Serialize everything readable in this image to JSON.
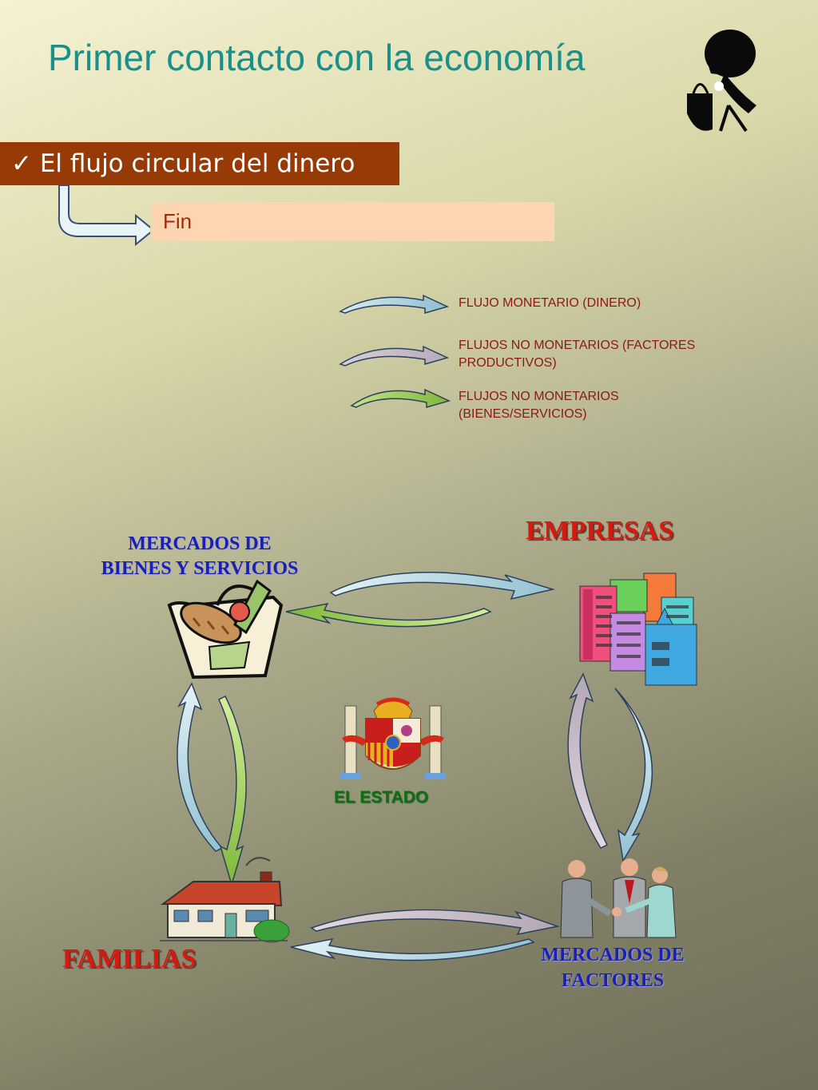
{
  "title": "Primer contacto con la economía",
  "section": {
    "check": "✓",
    "label": "El flujo circular del dinero"
  },
  "fin_button": "Fin",
  "legend": [
    {
      "label": "FLUJO MONETARIO (DINERO)",
      "color": "#a9cdd9"
    },
    {
      "label_line1": "FLUJOS NO MONETARIOS (FACTORES",
      "label_line2": "PRODUCTIVOS)",
      "color": "#c8c1cc"
    },
    {
      "label_line1": "FLUJOS NO MONETARIOS",
      "label_line2": "(BIENES/SERVICIOS)",
      "color": "#9ccc4a"
    }
  ],
  "nodes": {
    "mercados_bienes": {
      "line1": "MERCADOS DE",
      "line2": "BIENES Y SERVICIOS"
    },
    "empresas": "EMPRESAS",
    "estado": "EL ESTADO",
    "familias": "FAMILIAS",
    "mercados_factores": {
      "line1": "MERCADOS DE",
      "line2": "FACTORES"
    }
  },
  "colors": {
    "accent_title": "#1b8f8a",
    "section_bar": "#983a06",
    "fin_bg": "#fdd6b1",
    "red_label": "#d61a10",
    "blue_label": "#1a1fb8",
    "green_label": "#0d6e12"
  },
  "icons": [
    "shopper-silhouette-icon",
    "elbow-arrow-icon",
    "grocery-basket-icon",
    "office-buildings-icon",
    "spain-coat-of-arms-icon",
    "house-icon",
    "handshake-people-icon"
  ]
}
